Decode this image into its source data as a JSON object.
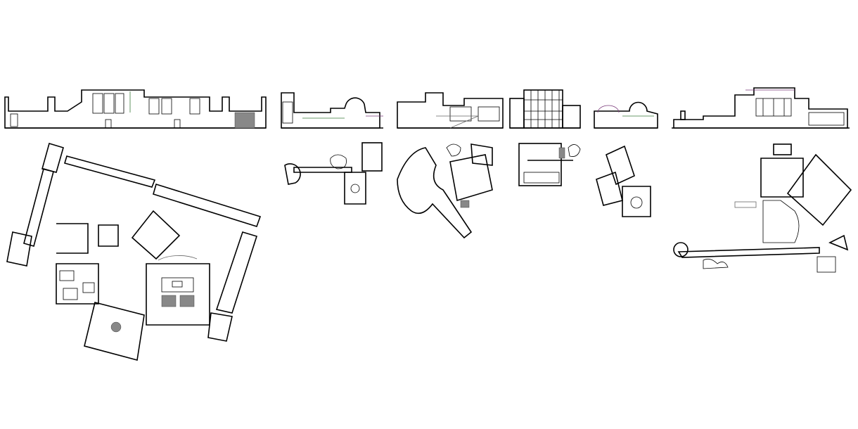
{
  "colors": {
    "background": "#ffffff",
    "line": "#000000",
    "secondary_line": "#666666",
    "accent_green": "#3a7a3a",
    "accent_purple": "#7a3a7a"
  },
  "drawings": [
    "elevation-1",
    "plan-1",
    "elevation-2",
    "plan-2",
    "elevation-3",
    "plan-3",
    "elevation-4",
    "plan-4",
    "elevation-5",
    "plan-5",
    "elevation-6",
    "plan-6"
  ]
}
